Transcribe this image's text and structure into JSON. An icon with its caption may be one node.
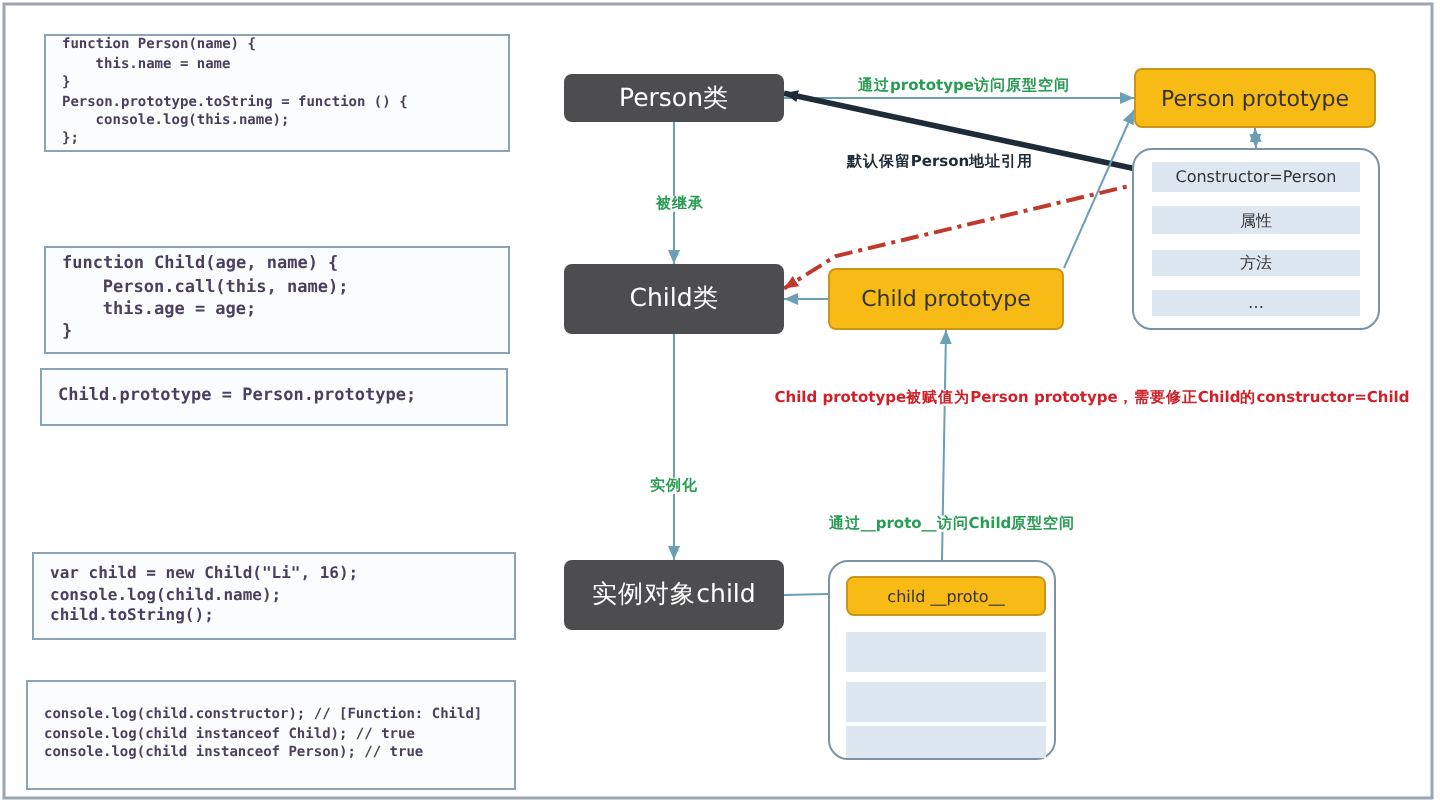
{
  "diagram": {
    "nodes": [
      {
        "text": [
          "function Person(name) {",
          "this.name = name",
          "}",
          "Person.prototype.toString = function () {",
          "console.log(this.name);",
          "};"
        ]
      },
      {
        "text": [
          "function Child(age, name) {",
          "Person.call(this, name);",
          "this.age = age;",
          "}"
        ]
      },
      {
        "text": [
          "Child.prototype = Person.prototype;"
        ]
      },
      {
        "text": [
          "var child = new Child(\"Li\", 16);",
          "console.log(child.name);",
          "child.toString();"
        ]
      },
      {
        "text": [
          "console.log(child.constructor); // [Function: Child]",
          "console.log(child instanceof Child); // true",
          "console.log(child instanceof Person); // true"
        ]
      },
      {
        "text": [
          "Person类"
        ]
      },
      {
        "text": [
          "Person prototype"
        ]
      },
      {
        "text": [],
        "shape": "box"
      },
      {
        "text": [
          "Constructor=Person"
        ],
        "in": 7
      },
      {
        "text": [
          "属性"
        ],
        "in": 7
      },
      {
        "text": [
          "方法"
        ],
        "in": 7
      },
      {
        "text": [
          "…"
        ],
        "in": 7
      },
      {
        "text": [
          "Child类"
        ]
      },
      {
        "text": [
          "Child prototype"
        ]
      },
      {
        "text": [
          "实例对象child"
        ]
      },
      {
        "text": [],
        "shape": "box"
      },
      {
        "text": [
          "child __proto__"
        ],
        "in": 15
      },
      {
        "text": [],
        "shape": "bar",
        "in": 15
      },
      {
        "text": [],
        "shape": "bar",
        "in": 15
      },
      {
        "text": [],
        "shape": "bar",
        "in": 15
      }
    ],
    "edges": [
      {
        "from": 5,
        "to": 6,
        "arrow": "to",
        "label": "通过prototype访问原型空间"
      },
      {
        "from": 6,
        "to": 7,
        "arrow": "both"
      },
      {
        "from": 8,
        "to": 5,
        "arrow": "to",
        "label": "默认保留Person地址引用",
        "style": "thick",
        "color": "#1e2b38"
      },
      {
        "from": 8,
        "to": 12,
        "arrow": "to",
        "style": "dashed",
        "color": "#c0392b"
      },
      {
        "from": 5,
        "to": 12,
        "arrow": "to",
        "label": "被继承"
      },
      {
        "from": 13,
        "to": 12,
        "arrow": "to"
      },
      {
        "from": 13,
        "to": 6,
        "arrow": "to"
      },
      {
        "from": 12,
        "to": 14,
        "arrow": "to",
        "label": "实例化"
      },
      {
        "from": 15,
        "to": 13,
        "arrow": "to",
        "label": "通过__proto__访问Child原型空间"
      },
      {
        "from": 14,
        "to": 15,
        "arrow": "none"
      }
    ],
    "labels": [
      "Child prototype被赋值为Person prototype，需要修正Child的constructor=Child"
    ]
  }
}
